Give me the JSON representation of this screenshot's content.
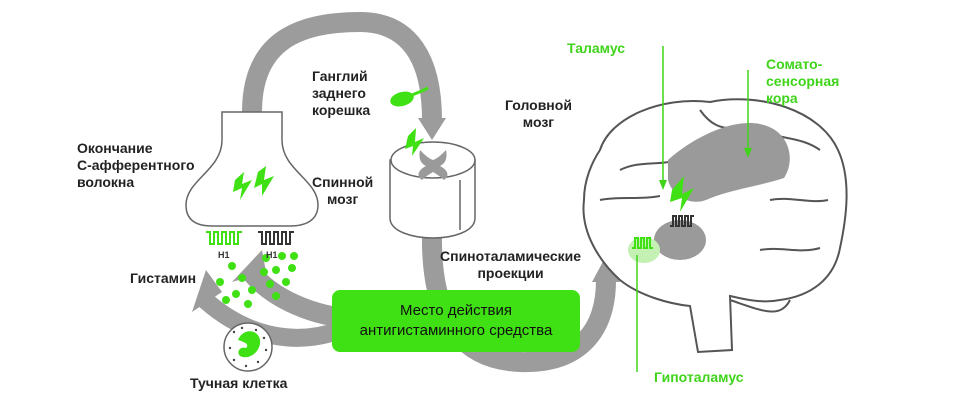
{
  "labels": {
    "c_fiber_ending": "Окончание\nС-афферентного\nволокна",
    "histamine": "Гистамин",
    "mast_cell": "Тучная клетка",
    "dorsal_root_ganglion": "Ганглий\nзаднего\nкорешка",
    "spinal_cord": "Спинной\nмозг",
    "brain": "Головной\nмозг",
    "spinothalamic": "Спиноталамические\nпроекции",
    "thalamus": "Таламус",
    "somatosensory_cortex": "Сомато-\nсенсорная\nкора",
    "hypothalamus": "Гипоталамус",
    "h1_left": "H1",
    "h1_right": "H1",
    "antihistamine_site": "Место действия\nантигистаминного средства"
  },
  "colors": {
    "accent_green": "#3fe014",
    "label_green": "#3fd41a",
    "arrow_gray": "#9a9a9a",
    "outline": "#555555"
  }
}
